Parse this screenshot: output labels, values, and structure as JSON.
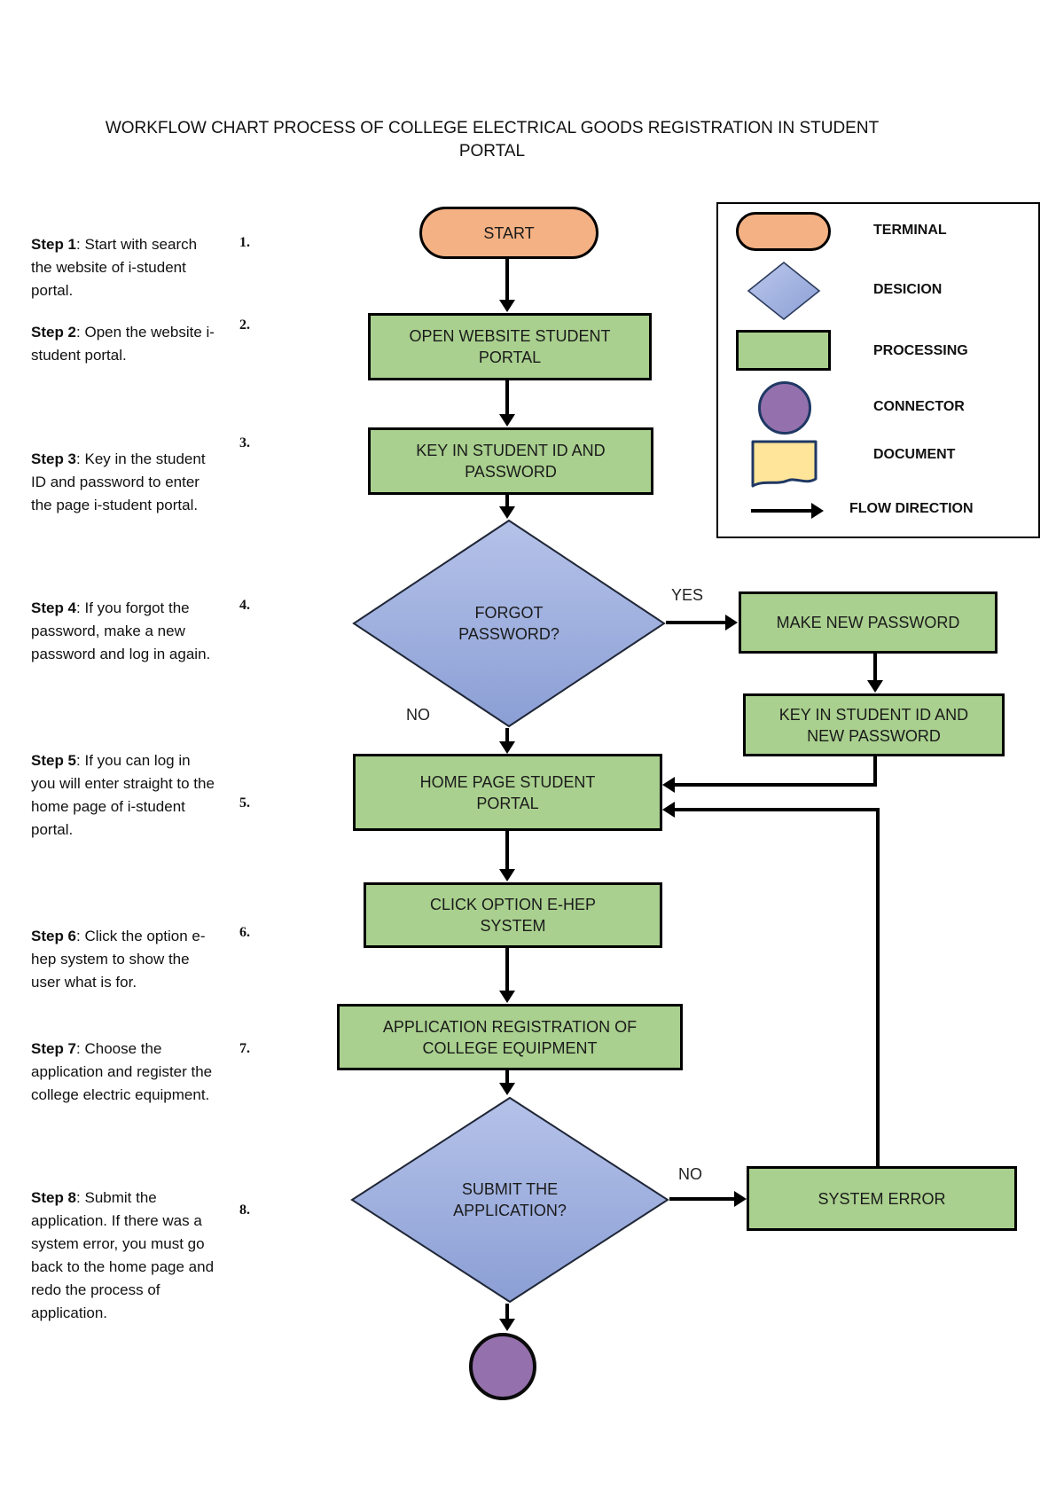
{
  "title": "WORKFLOW CHART PROCESS OF COLLEGE ELECTRICAL GOODS REGISTRATION IN STUDENT PORTAL",
  "steps": [
    {
      "num": "1.",
      "label": "Step 1",
      "body": ": Start with search the website of i-student portal."
    },
    {
      "num": "2.",
      "label": "Step 2",
      "body": ": Open the website i-student portal."
    },
    {
      "num": "3.",
      "label": "Step 3",
      "body": ": Key in the student ID and password to enter the page i-student portal."
    },
    {
      "num": "4.",
      "label": "Step 4",
      "body": ": If you forgot the password, make a new password and log in again."
    },
    {
      "num": "5.",
      "label": "Step 5",
      "body": ": If you can log in you will enter straight to the home page of i-student portal."
    },
    {
      "num": "6.",
      "label": "Step 6",
      "body": ": Click the option e-hep system to show the user what is for."
    },
    {
      "num": "7.",
      "label": "Step 7",
      "body": ": Choose the application and register the college electric equipment."
    },
    {
      "num": "8.",
      "label": "Step 8",
      "body": ": Submit the application. If there was a system error, you must go back to the home page and redo the process of application."
    }
  ],
  "flowchart": {
    "nodes": {
      "start": "START",
      "open_website": "OPEN WEBSITE STUDENT\nPORTAL",
      "key_in": "KEY IN STUDENT ID AND\nPASSWORD",
      "forgot_password": "FORGOT\nPASSWORD?",
      "make_new_password": "MAKE NEW PASSWORD",
      "key_in_new_password": "KEY IN STUDENT ID AND\nNEW PASSWORD",
      "home_page": "HOME PAGE STUDENT\nPORTAL",
      "click_ehep": "CLICK OPTION E-HEP\nSYSTEM",
      "application_registration": "APPLICATION REGISTRATION OF\nCOLLEGE EQUIPMENT",
      "submit_application": "SUBMIT THE\nAPPLICATION?",
      "system_error": "SYSTEM ERROR",
      "end_connector": ""
    },
    "edge_labels": {
      "yes": "YES",
      "no1": "NO",
      "no2": "NO"
    },
    "edges": [
      {
        "from": "start",
        "to": "open_website"
      },
      {
        "from": "open_website",
        "to": "key_in"
      },
      {
        "from": "key_in",
        "to": "forgot_password"
      },
      {
        "from": "forgot_password",
        "to": "make_new_password",
        "label": "YES"
      },
      {
        "from": "forgot_password",
        "to": "home_page",
        "label": "NO"
      },
      {
        "from": "make_new_password",
        "to": "key_in_new_password"
      },
      {
        "from": "key_in_new_password",
        "to": "home_page"
      },
      {
        "from": "home_page",
        "to": "click_ehep"
      },
      {
        "from": "click_ehep",
        "to": "application_registration"
      },
      {
        "from": "application_registration",
        "to": "submit_application"
      },
      {
        "from": "submit_application",
        "to": "system_error",
        "label": "NO"
      },
      {
        "from": "system_error",
        "to": "home_page"
      },
      {
        "from": "submit_application",
        "to": "end_connector"
      }
    ]
  },
  "legend": {
    "items": [
      {
        "shape": "terminal",
        "label": "TERMINAL"
      },
      {
        "shape": "decision",
        "label": "DESICION"
      },
      {
        "shape": "processing",
        "label": "PROCESSING"
      },
      {
        "shape": "connector",
        "label": "CONNECTOR"
      },
      {
        "shape": "document",
        "label": "DOCUMENT"
      },
      {
        "shape": "flow-arrow",
        "label": "FLOW DIRECTION"
      }
    ]
  },
  "colors": {
    "terminal": "#F4B183",
    "processing": "#A9D08E",
    "decision_top": "#B5C2E9",
    "decision_bottom": "#8B9FD5",
    "connector": "#9471AC",
    "document": "#FFE599",
    "line": "#000000",
    "legend_border": "#1F3864"
  }
}
